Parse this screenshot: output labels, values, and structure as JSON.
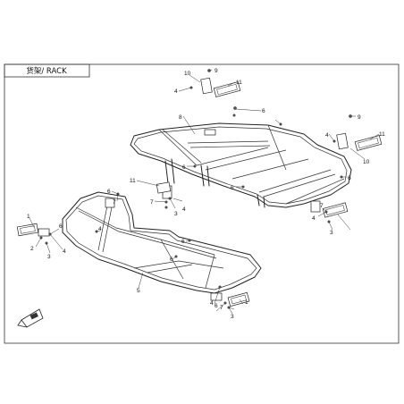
{
  "title": "货架/ RACK",
  "callouts": {
    "rear_reflector_right": [
      "9",
      "10",
      "11",
      "4"
    ],
    "rear_rack": [
      "8",
      "6",
      "6",
      "6",
      "6"
    ],
    "rear_reflector_left": [
      "9",
      "10",
      "11",
      "4"
    ],
    "rear_lower": [
      "11",
      "7",
      "4",
      "3",
      "7",
      "6",
      "4",
      "3",
      "7",
      "4"
    ],
    "front_left": [
      "1",
      "2",
      "3",
      "4",
      "6",
      "6"
    ],
    "front_rack": [
      "5",
      "6",
      "6",
      "4",
      "7",
      "3",
      "1"
    ]
  },
  "icons": [
    "front-direction-arrow-icon"
  ]
}
